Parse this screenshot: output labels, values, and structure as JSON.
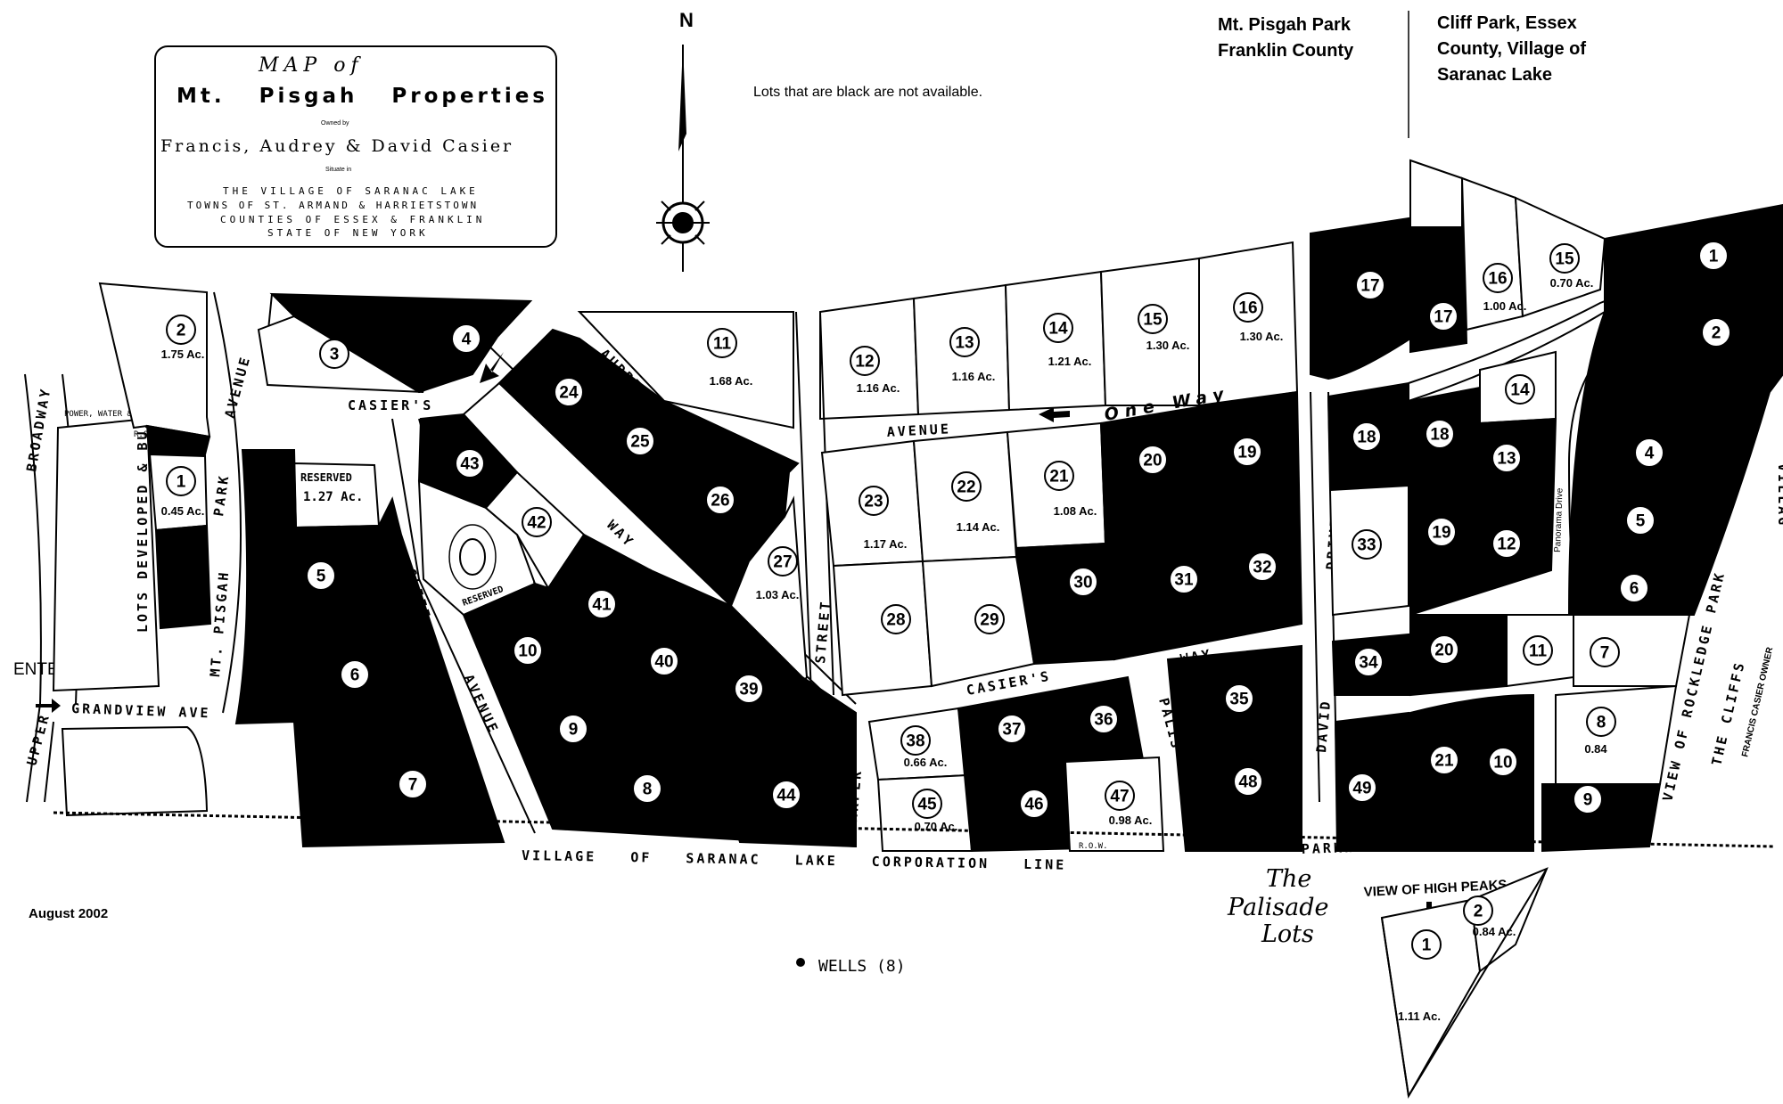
{
  "title": {
    "line1": "MAP of",
    "line2": "Mt. Pisgah Properties",
    "owned_by": "Owned by",
    "owners": "Francis, Audrey & David Casier",
    "situate": "Situate in",
    "loc1": "THE VILLAGE OF SARANAC LAKE",
    "loc2": "TOWNS OF ST. ARMAND & HARRIETSTOWN",
    "loc3": "COUNTIES OF ESSEX & FRANKLIN",
    "loc4": "STATE OF NEW YORK"
  },
  "north_label": "N",
  "note": "Lots that are black are not available.",
  "header_left": {
    "line1": "Mt. Pisgah Park",
    "line2": "Franklin County"
  },
  "header_right": {
    "line1": "Cliff Park, Essex",
    "line2": "County, Village of",
    "line3": "Saranac Lake"
  },
  "date": "August 2002",
  "wells": "WELLS (8)",
  "enter": "ENTER",
  "palisade": {
    "line1": "The",
    "line2": "Palisade",
    "line3": "Lots"
  },
  "view_high_peaks": "VIEW OF HIGH PEAKS",
  "streets": {
    "casiers_avenue": "CASIER'S",
    "avenue": "AVENUE",
    "one_way": "One Way",
    "audrey_way_a": "AUDREY",
    "audrey_way_b": "WAY",
    "casiers_way_a": "CASIER'S",
    "casiers_way_b": "WAY",
    "david_drive_a": "DAVID",
    "david_drive_b": "DRIVE",
    "harper_street_a": "HARPER",
    "harper_street_b": "STREET",
    "cliff_avenue_a": "CLIFF",
    "cliff_avenue_b": "AVENUE",
    "mt_pisgah_park_avenue_a": "MT. PISGAH",
    "mt_pisgah_park_avenue_b": "PARK",
    "mt_pisgah_park_avenue_c": "AVENUE",
    "broadway": "BROADWAY",
    "upper": "UPPER",
    "grandview": "GRANDVIEW AVE",
    "palisade_parkway_a": "PALIS",
    "palisade_parkway_b": "PARKWAY",
    "panorama": "Panorama Drive",
    "rockledge": "VIEW OF ROCKLEDGE PARK",
    "village_line": "VILLAGE OF SARANAC LAKE CORPORATION LINE",
    "the_cliffs": "THE CLIFFS",
    "cliffs_owner": "FRANCIS CASIER OWNER",
    "vill": "VILLAG",
    "reserved_1": "RESERVED",
    "reserved_1_acres": "1.27 Ac.",
    "reserved_2": "RESERVED",
    "lots_developed": "LOTS DEVELOPED & BUILT",
    "power_row": "POWER, WATER & SEWER R.O.W.",
    "row": "R.O.W.",
    "row2": "R.O.W."
  },
  "lots": [
    {
      "n": "2",
      "acres": "1.75 Ac.",
      "avail": true
    },
    {
      "n": "1",
      "acres": "0.45 Ac.",
      "avail": true
    },
    {
      "n": "3",
      "acres": "",
      "avail": true
    },
    {
      "n": "4",
      "acres": "",
      "avail": false
    },
    {
      "n": "5",
      "acres": "",
      "avail": false
    },
    {
      "n": "6",
      "acres": "",
      "avail": false
    },
    {
      "n": "7",
      "acres": "",
      "avail": false
    },
    {
      "n": "43",
      "acres": "",
      "avail": false
    },
    {
      "n": "42",
      "acres": "",
      "avail": true
    },
    {
      "n": "41",
      "acres": "",
      "avail": false
    },
    {
      "n": "40",
      "acres": "",
      "avail": false
    },
    {
      "n": "10",
      "acres": "",
      "avail": false
    },
    {
      "n": "9",
      "acres": "",
      "avail": false
    },
    {
      "n": "8",
      "acres": "",
      "avail": false
    },
    {
      "n": "39",
      "acres": "",
      "avail": false
    },
    {
      "n": "44",
      "acres": "",
      "avail": false
    },
    {
      "n": "24",
      "acres": "",
      "avail": false
    },
    {
      "n": "25",
      "acres": "",
      "avail": false
    },
    {
      "n": "26",
      "acres": "",
      "avail": false
    },
    {
      "n": "27",
      "acres": "1.03 Ac.",
      "avail": true
    },
    {
      "n": "11",
      "acres": "1.68 Ac.",
      "avail": true
    },
    {
      "n": "12",
      "acres": "1.16 Ac.",
      "avail": true
    },
    {
      "n": "13",
      "acres": "1.16 Ac.",
      "avail": true
    },
    {
      "n": "14",
      "acres": "1.21 Ac.",
      "avail": true
    },
    {
      "n": "15",
      "acres": "1.30 Ac.",
      "avail": true
    },
    {
      "n": "16",
      "acres": "1.30 Ac.",
      "avail": true
    },
    {
      "n": "23",
      "acres": "1.17 Ac.",
      "avail": true
    },
    {
      "n": "22",
      "acres": "1.14 Ac.",
      "avail": true
    },
    {
      "n": "21",
      "acres": "1.08 Ac.",
      "avail": true
    },
    {
      "n": "20",
      "acres": "",
      "avail": false
    },
    {
      "n": "19",
      "acres": "",
      "avail": false
    },
    {
      "n": "28",
      "acres": "",
      "avail": true
    },
    {
      "n": "29",
      "acres": "",
      "avail": true
    },
    {
      "n": "30",
      "acres": "",
      "avail": false
    },
    {
      "n": "31",
      "acres": "",
      "avail": false
    },
    {
      "n": "32",
      "acres": "",
      "avail": false
    },
    {
      "n": "38",
      "acres": "0.66 Ac.",
      "avail": true
    },
    {
      "n": "45",
      "acres": "0.70 Ac.",
      "avail": true
    },
    {
      "n": "37",
      "acres": "",
      "avail": false
    },
    {
      "n": "46",
      "acres": "",
      "avail": false
    },
    {
      "n": "36",
      "acres": "",
      "avail": false
    },
    {
      "n": "47",
      "acres": "0.98 Ac.",
      "avail": true
    },
    {
      "n": "35",
      "acres": "",
      "avail": false
    },
    {
      "n": "48",
      "acres": "",
      "avail": false
    },
    {
      "n": "34",
      "acres": "",
      "avail": false
    },
    {
      "n": "49",
      "acres": "",
      "avail": false
    },
    {
      "n": "33",
      "acres": "",
      "avail": true
    },
    {
      "n": "17",
      "acres": "",
      "avail": false
    },
    {
      "n": "18",
      "acres": "",
      "avail": false
    },
    {
      "n": "c17",
      "label": "17",
      "acres": "",
      "avail": false
    },
    {
      "n": "c16",
      "label": "16",
      "acres": "1.00 Ac.",
      "avail": true
    },
    {
      "n": "c15",
      "label": "15",
      "acres": "0.70 Ac.",
      "avail": true
    },
    {
      "n": "c14",
      "label": "14",
      "acres": "",
      "avail": true
    },
    {
      "n": "c18",
      "label": "18",
      "acres": "",
      "avail": false
    },
    {
      "n": "c13",
      "label": "13",
      "acres": "",
      "avail": false
    },
    {
      "n": "c19",
      "label": "19",
      "acres": "",
      "avail": false
    },
    {
      "n": "c12",
      "label": "12",
      "acres": "",
      "avail": false
    },
    {
      "n": "c20",
      "label": "20",
      "acres": "",
      "avail": false
    },
    {
      "n": "c11",
      "label": "11",
      "acres": "",
      "avail": true
    },
    {
      "n": "c21",
      "label": "21",
      "acres": "",
      "avail": false
    },
    {
      "n": "c10",
      "label": "10",
      "acres": "",
      "avail": false
    },
    {
      "n": "c1",
      "label": "1",
      "acres": "",
      "avail": false
    },
    {
      "n": "c2",
      "label": "2",
      "acres": "",
      "avail": false
    },
    {
      "n": "c4",
      "label": "4",
      "acres": "",
      "avail": false
    },
    {
      "n": "c5",
      "label": "5",
      "acres": "",
      "avail": false
    },
    {
      "n": "c6",
      "label": "6",
      "acres": "",
      "avail": false
    },
    {
      "n": "c7",
      "label": "7",
      "acres": "",
      "avail": true
    },
    {
      "n": "c8",
      "label": "8",
      "acres": "0.84",
      "avail": true
    },
    {
      "n": "c9",
      "label": "9",
      "acres": "",
      "avail": false
    },
    {
      "n": "p1",
      "label": "1",
      "acres": "1.11 Ac.",
      "avail": true
    },
    {
      "n": "p2",
      "label": "2",
      "acres": "0.84 Ac.",
      "avail": true
    }
  ],
  "colors": {
    "unavailable": "#000000",
    "available": "#ffffff",
    "ink": "#000000"
  }
}
